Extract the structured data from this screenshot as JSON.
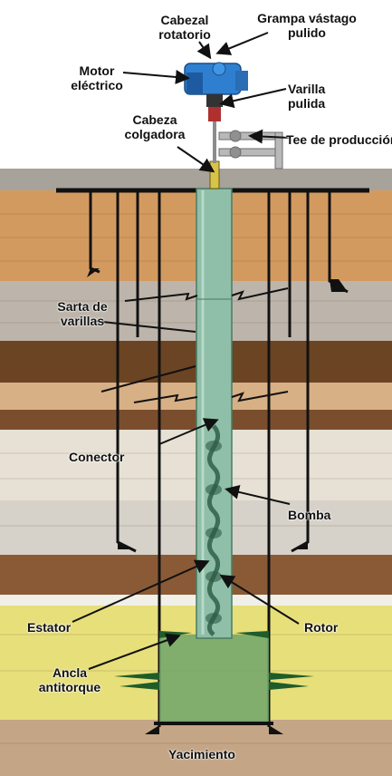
{
  "labels": {
    "cabezal_rotatorio": "Cabezal rotatorio",
    "grampa_vastago": "Grampa vástago pulido",
    "motor_electrico": "Motor eléctrico",
    "varilla_pulida": "Varilla pulida",
    "cabeza_colgadora": "Cabeza colgadora",
    "tee_produccion": "Tee de producción",
    "sarta_varillas": "Sarta de varillas",
    "conector": "Conector",
    "bomba": "Bomba",
    "estator": "Estator",
    "rotor": "Rotor",
    "ancla_antitorque": "Ancla antitorque",
    "yacimiento": "Yacimiento"
  },
  "colors": {
    "surface": "#a7a29a",
    "sand_orange": "#d39a60",
    "gray_layer": "#bdb5ab",
    "dark_brown": "#6b4423",
    "tan": "#d8b086",
    "pale": "#e7e1d5",
    "pale_gray": "#d6d1c9",
    "brown_band": "#8a5a36",
    "yellow": "#e7df7a",
    "base": "#c4a585",
    "tubing": "#8fbfa8",
    "green_block": "#6fa66a",
    "motor_blue": "#2e7fd0",
    "casing": "#111111"
  }
}
